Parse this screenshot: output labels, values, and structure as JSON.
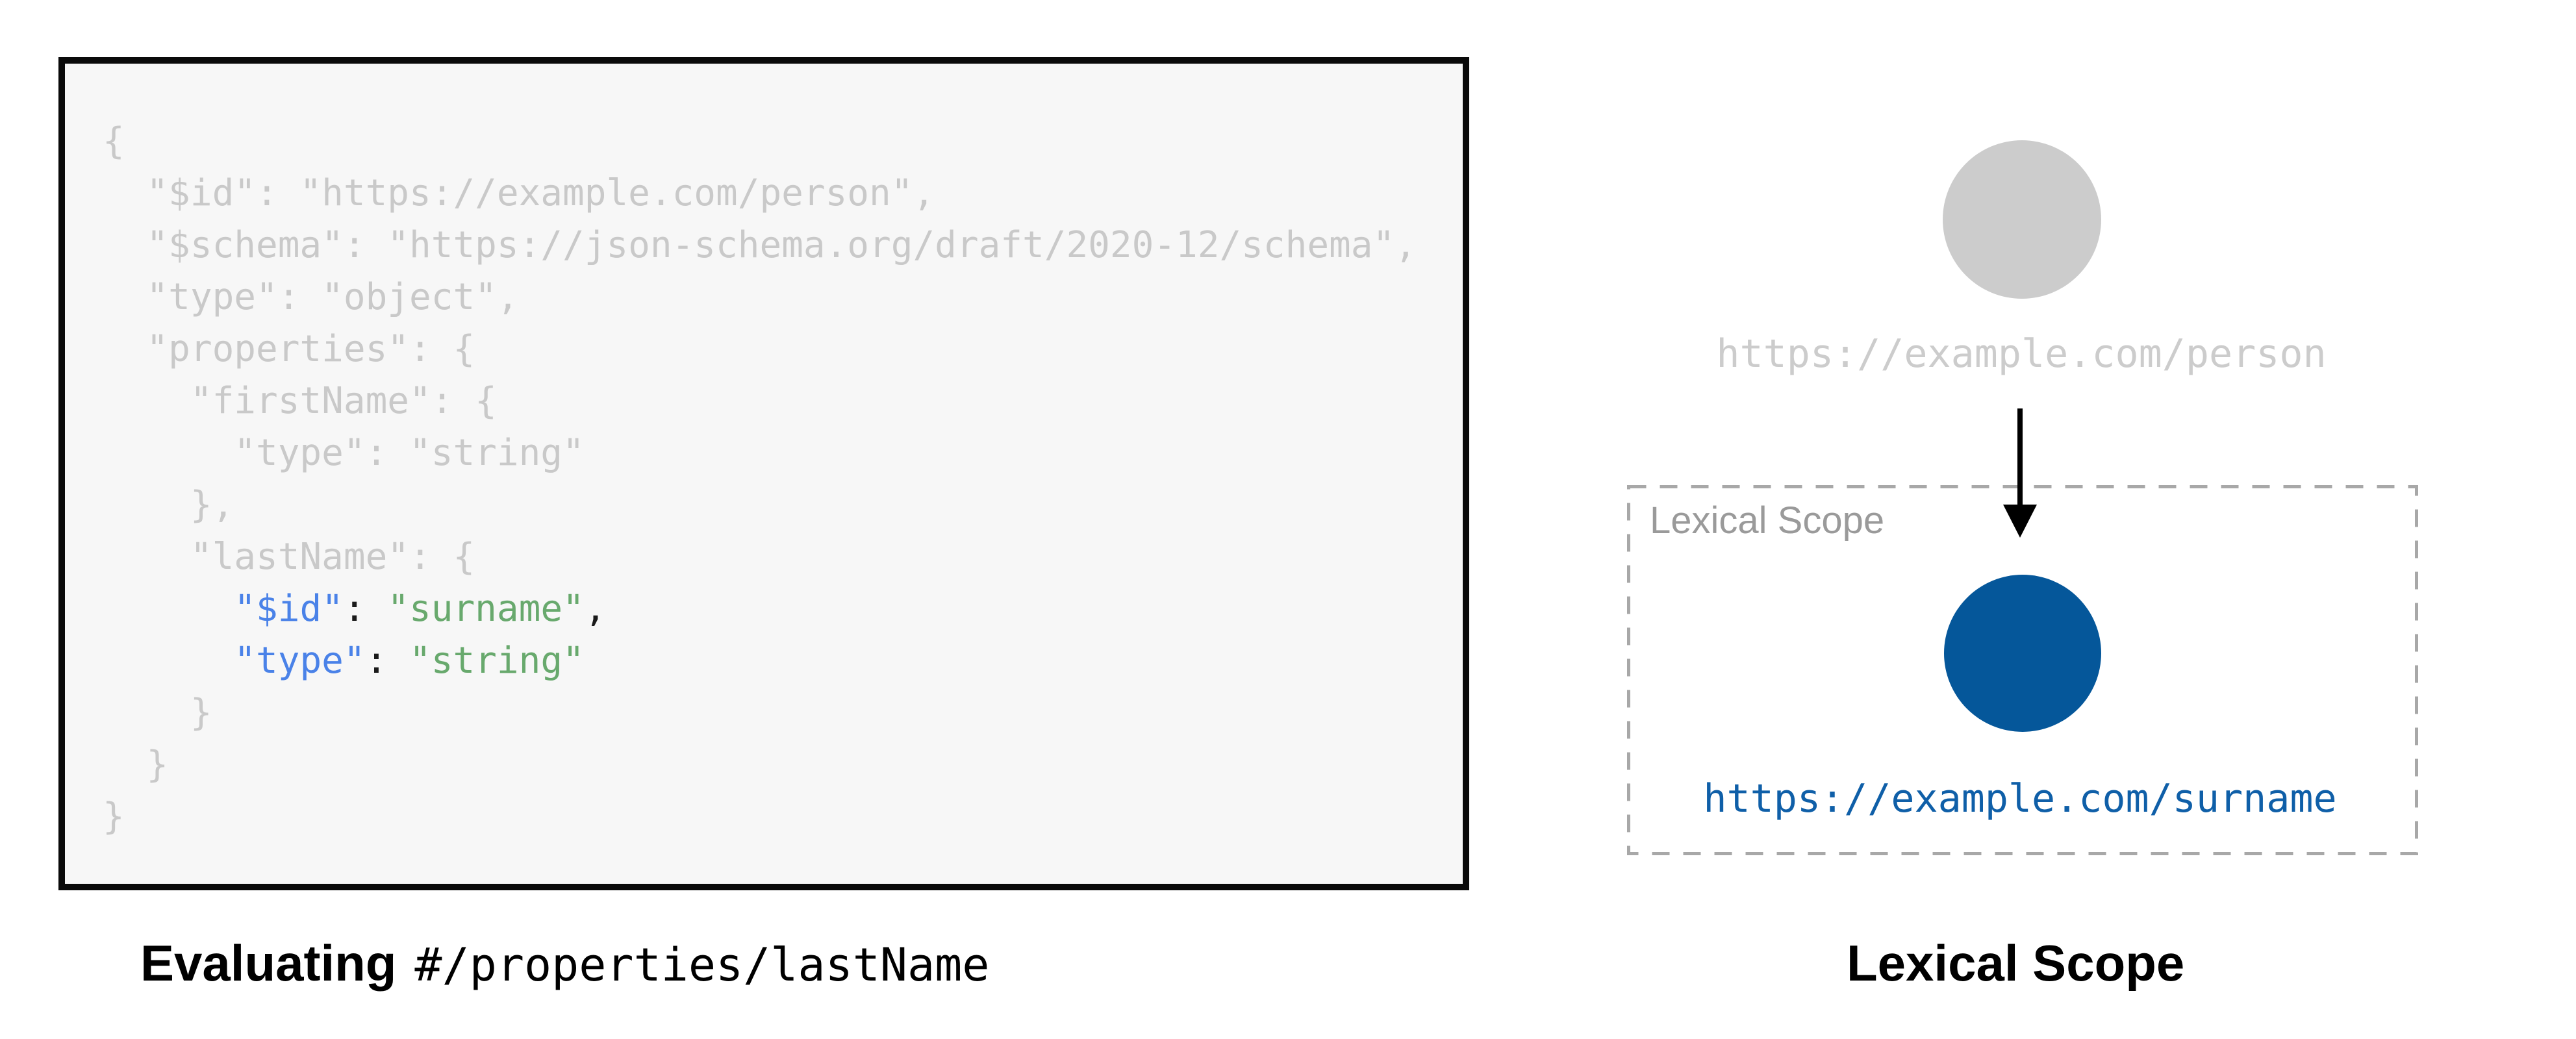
{
  "left_panel": {
    "code_lines": [
      [
        {
          "text": "{",
          "tone": "muted"
        }
      ],
      [
        {
          "text": "  \"$id\": \"https://example.com/person\",",
          "tone": "muted"
        }
      ],
      [
        {
          "text": "  \"$schema\": \"https://json-schema.org/draft/2020-12/schema\",",
          "tone": "muted"
        }
      ],
      [
        {
          "text": "  \"type\": \"object\",",
          "tone": "muted"
        }
      ],
      [
        {
          "text": "  \"properties\": {",
          "tone": "muted"
        }
      ],
      [
        {
          "text": "    \"firstName\": {",
          "tone": "muted"
        }
      ],
      [
        {
          "text": "      \"type\": \"string\"",
          "tone": "muted"
        }
      ],
      [
        {
          "text": "    },",
          "tone": "muted"
        }
      ],
      [
        {
          "text": "    \"lastName\": {",
          "tone": "muted"
        }
      ],
      [
        {
          "text": "      ",
          "tone": "muted"
        },
        {
          "text": "\"$id\"",
          "tone": "key"
        },
        {
          "text": ": ",
          "tone": "plain"
        },
        {
          "text": "\"surname\"",
          "tone": "string"
        },
        {
          "text": ",",
          "tone": "plain"
        }
      ],
      [
        {
          "text": "      ",
          "tone": "muted"
        },
        {
          "text": "\"type\"",
          "tone": "key"
        },
        {
          "text": ": ",
          "tone": "plain"
        },
        {
          "text": "\"string\"",
          "tone": "string"
        }
      ],
      [
        {
          "text": "    }",
          "tone": "muted"
        }
      ],
      [
        {
          "text": "  }",
          "tone": "muted"
        }
      ],
      [
        {
          "text": "}",
          "tone": "muted"
        }
      ]
    ],
    "caption": {
      "bold": "Evaluating",
      "mono": "#/properties/lastName"
    }
  },
  "right_panel": {
    "parent_node": {
      "label": "https://example.com/person"
    },
    "scope_box": {
      "label": "Lexical Scope",
      "child_node": {
        "label": "https://example.com/surname"
      }
    },
    "caption": "Lexical Scope"
  },
  "colors": {
    "code_box_bg": "#f7f7f7",
    "code_muted": "#c9c9c9",
    "code_key": "#4a82e8",
    "code_string": "#68a96d",
    "code_plain": "#1a1a1a",
    "node_parent": "#cccccc",
    "url_parent": "#cccccc",
    "node_child": "#05579a",
    "url_child": "#0f5fa8",
    "scope_border": "#a8a8a8",
    "scope_label": "#9a9a9a"
  }
}
